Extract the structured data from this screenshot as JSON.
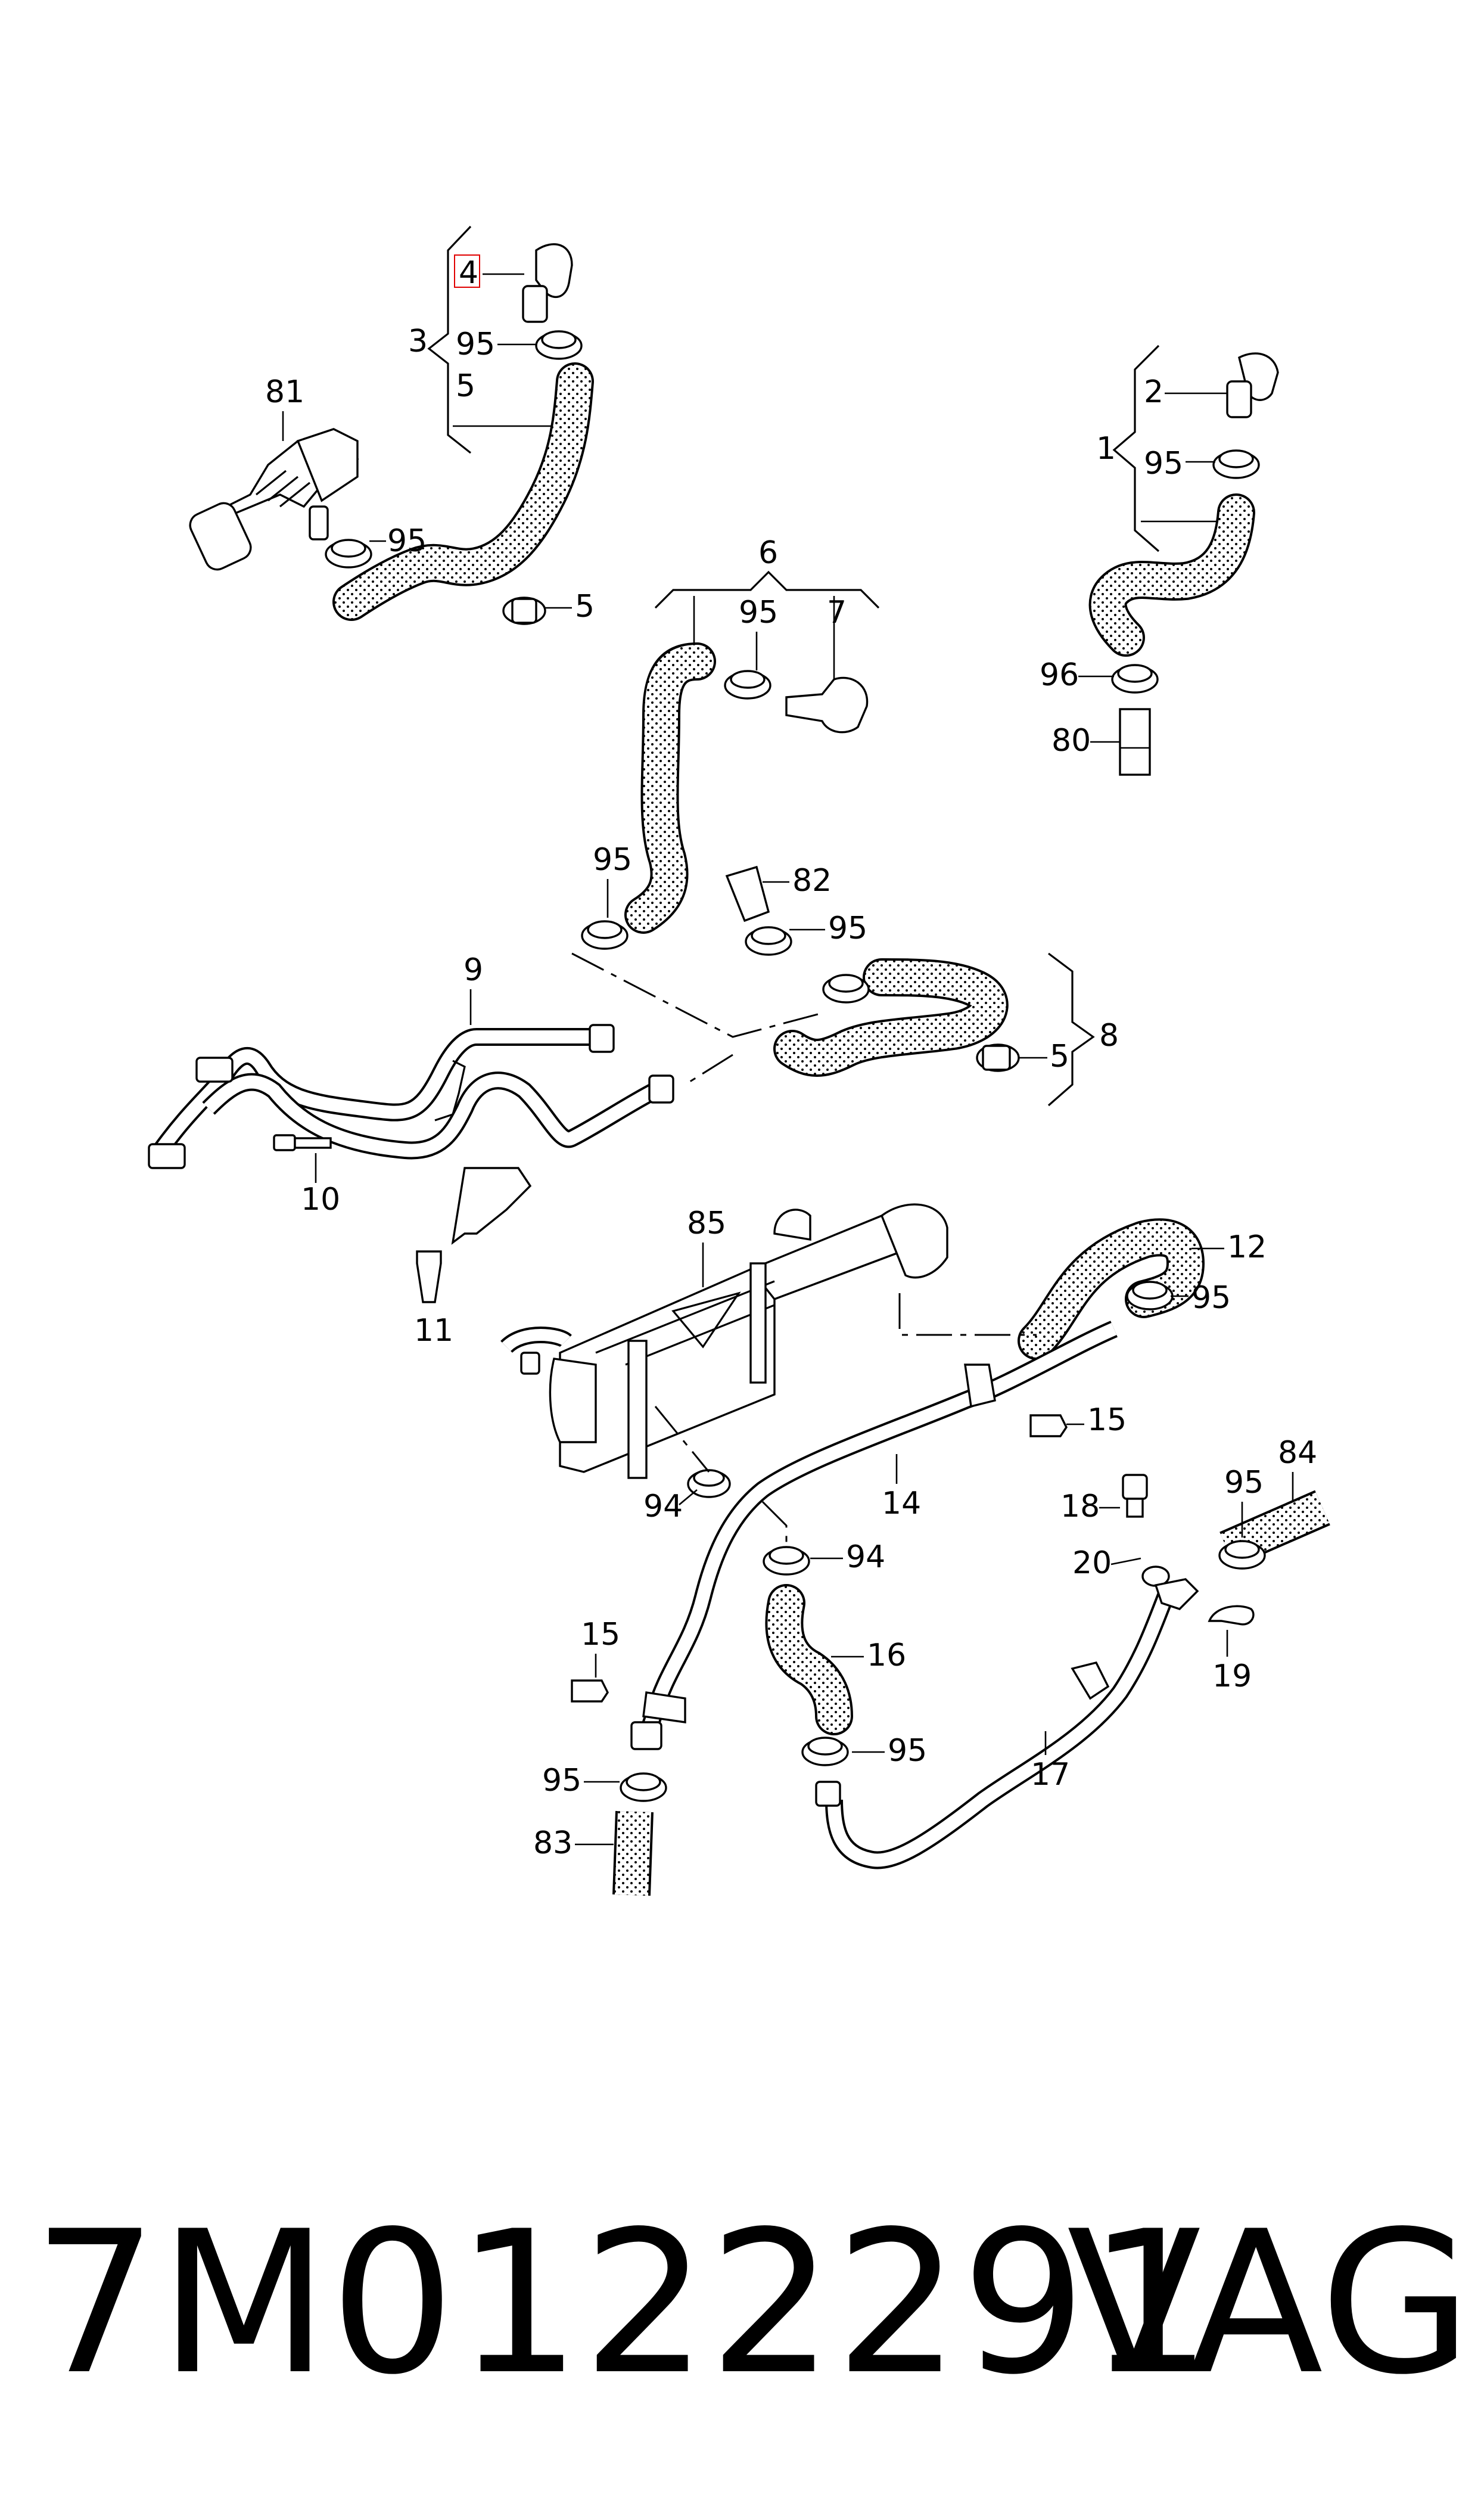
{
  "labels": {
    "l4": "4",
    "l3": "3",
    "l95a": "95",
    "l5a": "5",
    "l81": "81",
    "l95b": "95",
    "l5b": "5",
    "l2": "2",
    "l1": "1",
    "l95c": "95",
    "l96": "96",
    "l80": "80",
    "l6": "6",
    "l95d": "95",
    "l7": "7",
    "l95e": "95",
    "l82": "82",
    "l95f": "95",
    "l8": "8",
    "l5c": "5",
    "l9": "9",
    "l10": "10",
    "l11": "11",
    "l85": "85",
    "l12": "12",
    "l95g": "95",
    "l15a": "15",
    "l14": "14",
    "l94a": "94",
    "l84": "84",
    "l18": "18",
    "l95h": "95",
    "l20": "20",
    "l94b": "94",
    "l15b": "15",
    "l16": "16",
    "l19": "19",
    "l95i": "95",
    "l17": "17",
    "l95j": "95",
    "l83": "83"
  },
  "footer": {
    "part_number": "7M0122291",
    "brand": "VAG"
  }
}
